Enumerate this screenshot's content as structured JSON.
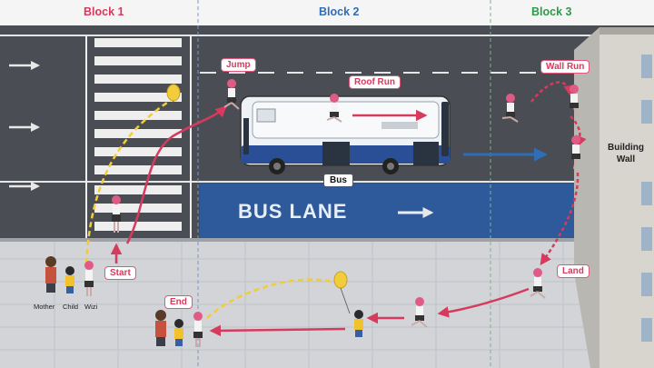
{
  "blocks": [
    {
      "label": "Block 1",
      "color": "#d63a5c"
    },
    {
      "label": "Block 2",
      "color": "#2f6db5"
    },
    {
      "label": "Block 3",
      "color": "#2e9a4a"
    }
  ],
  "steps": {
    "start": "Start",
    "jump": "Jump",
    "roof_run": "Roof Run",
    "wall_run": "Wall Run",
    "land": "Land",
    "end": "End"
  },
  "bus_label": "Bus",
  "bus_lane_text": "BUS LANE",
  "building_label_1": "Building",
  "building_label_2": "Wall",
  "characters": [
    "Mother",
    "Child",
    "Wizi"
  ],
  "colors": {
    "path": "#d63a5c",
    "balloon": "#f2cc3a",
    "bus_arrow": "#2f6db5",
    "bus_lane": "#2e5a9c"
  }
}
